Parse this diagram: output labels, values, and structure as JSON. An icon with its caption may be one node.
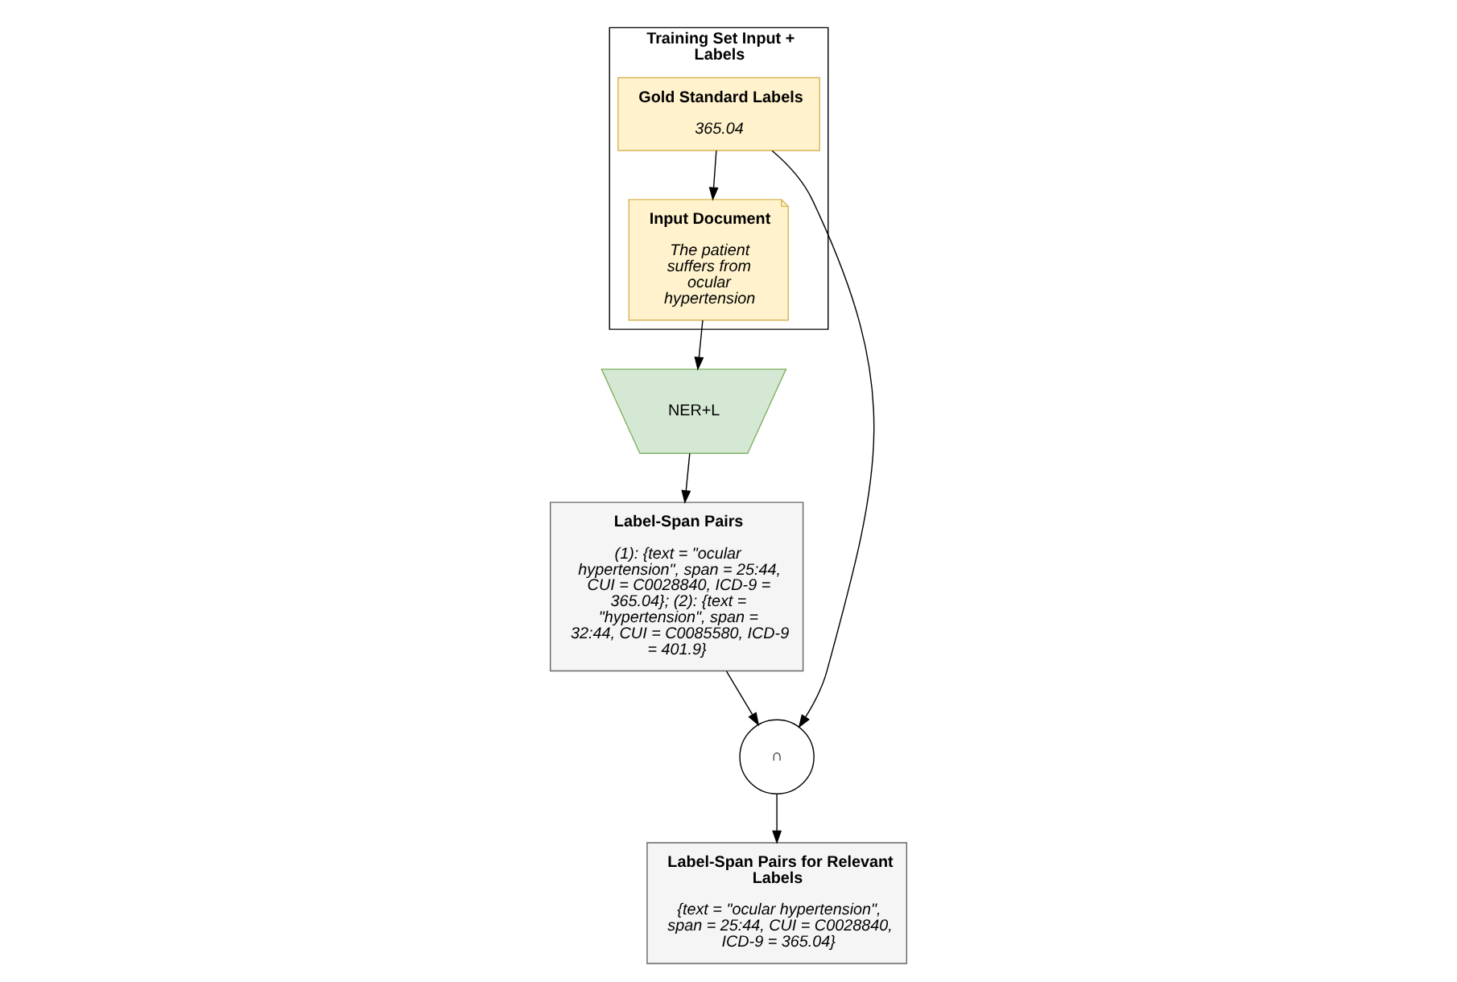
{
  "diagram": {
    "nodes": [
      {
        "text": [
          "Training Set Input + Labels"
        ]
      },
      {
        "text": [
          "Gold Standard Labels",
          "365.04"
        ],
        "in": 0
      },
      {
        "text": [
          "Input Document",
          "The patient suffers from ocular hypertension"
        ],
        "in": 0
      },
      {
        "text": [
          "NER+L"
        ]
      },
      {
        "text": [
          "∩"
        ]
      },
      {
        "text": [
          "Label-Span Pairs",
          "(1): {text = \"ocular hypertension\", span = 25:44, CUI = C0028840, ICD-9 = 365.04}; (2): {text = \"hypertension\", span = 32:44, CUI = C0085580, ICD-9 = 401.9}"
        ]
      },
      {
        "text": [
          "Label-Span Pairs for Relevant Labels",
          "{text = \"ocular hypertension\", span = 25:44, CUI = C0028840, ICD-9 = 365.04}"
        ]
      }
    ],
    "edges": [
      {
        "from": 1,
        "to": 2,
        "arrow": "to"
      },
      {
        "from": 1,
        "to": 4,
        "arrow": "to"
      },
      {
        "from": 2,
        "to": 3,
        "arrow": "to"
      },
      {
        "from": 3,
        "to": 5,
        "arrow": "to"
      },
      {
        "from": 5,
        "to": 4,
        "arrow": "to"
      },
      {
        "from": 4,
        "to": 6,
        "arrow": "to"
      }
    ]
  }
}
